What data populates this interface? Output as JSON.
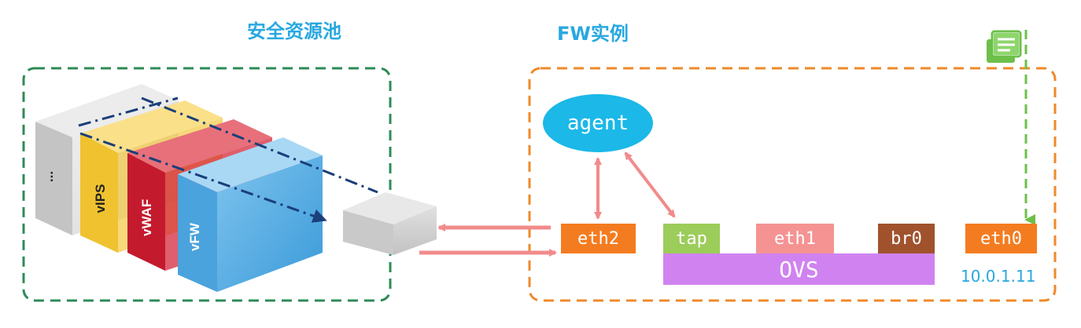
{
  "titles": {
    "pool": "安全资源池",
    "fw_instance": "FW实例"
  },
  "pool": {
    "modules": {
      "gray": "...",
      "yellow": "vIPS",
      "red": "vWAF",
      "blue": "vFW"
    }
  },
  "fw": {
    "agent": "agent",
    "interfaces": {
      "eth2": "eth2",
      "tap": "tap",
      "eth1": "eth1",
      "br0": "br0",
      "eth0": "eth0"
    },
    "ovs": "OVS",
    "ip": "10.0.1.11"
  },
  "colors": {
    "pool_border": "#2e8b57",
    "fw_border": "#ef8a2a",
    "eth_orange": "#f47c20",
    "tap_green": "#9ccc5a",
    "eth1_pink": "#f59393",
    "br0_brown": "#a0522d",
    "ovs_purple": "#d083f0",
    "agent_blue": "#1bb8e8",
    "arrow_pink": "#f28b8b",
    "title_blue": "#29a8e0"
  },
  "icons": {
    "document": "document-stack-icon"
  }
}
